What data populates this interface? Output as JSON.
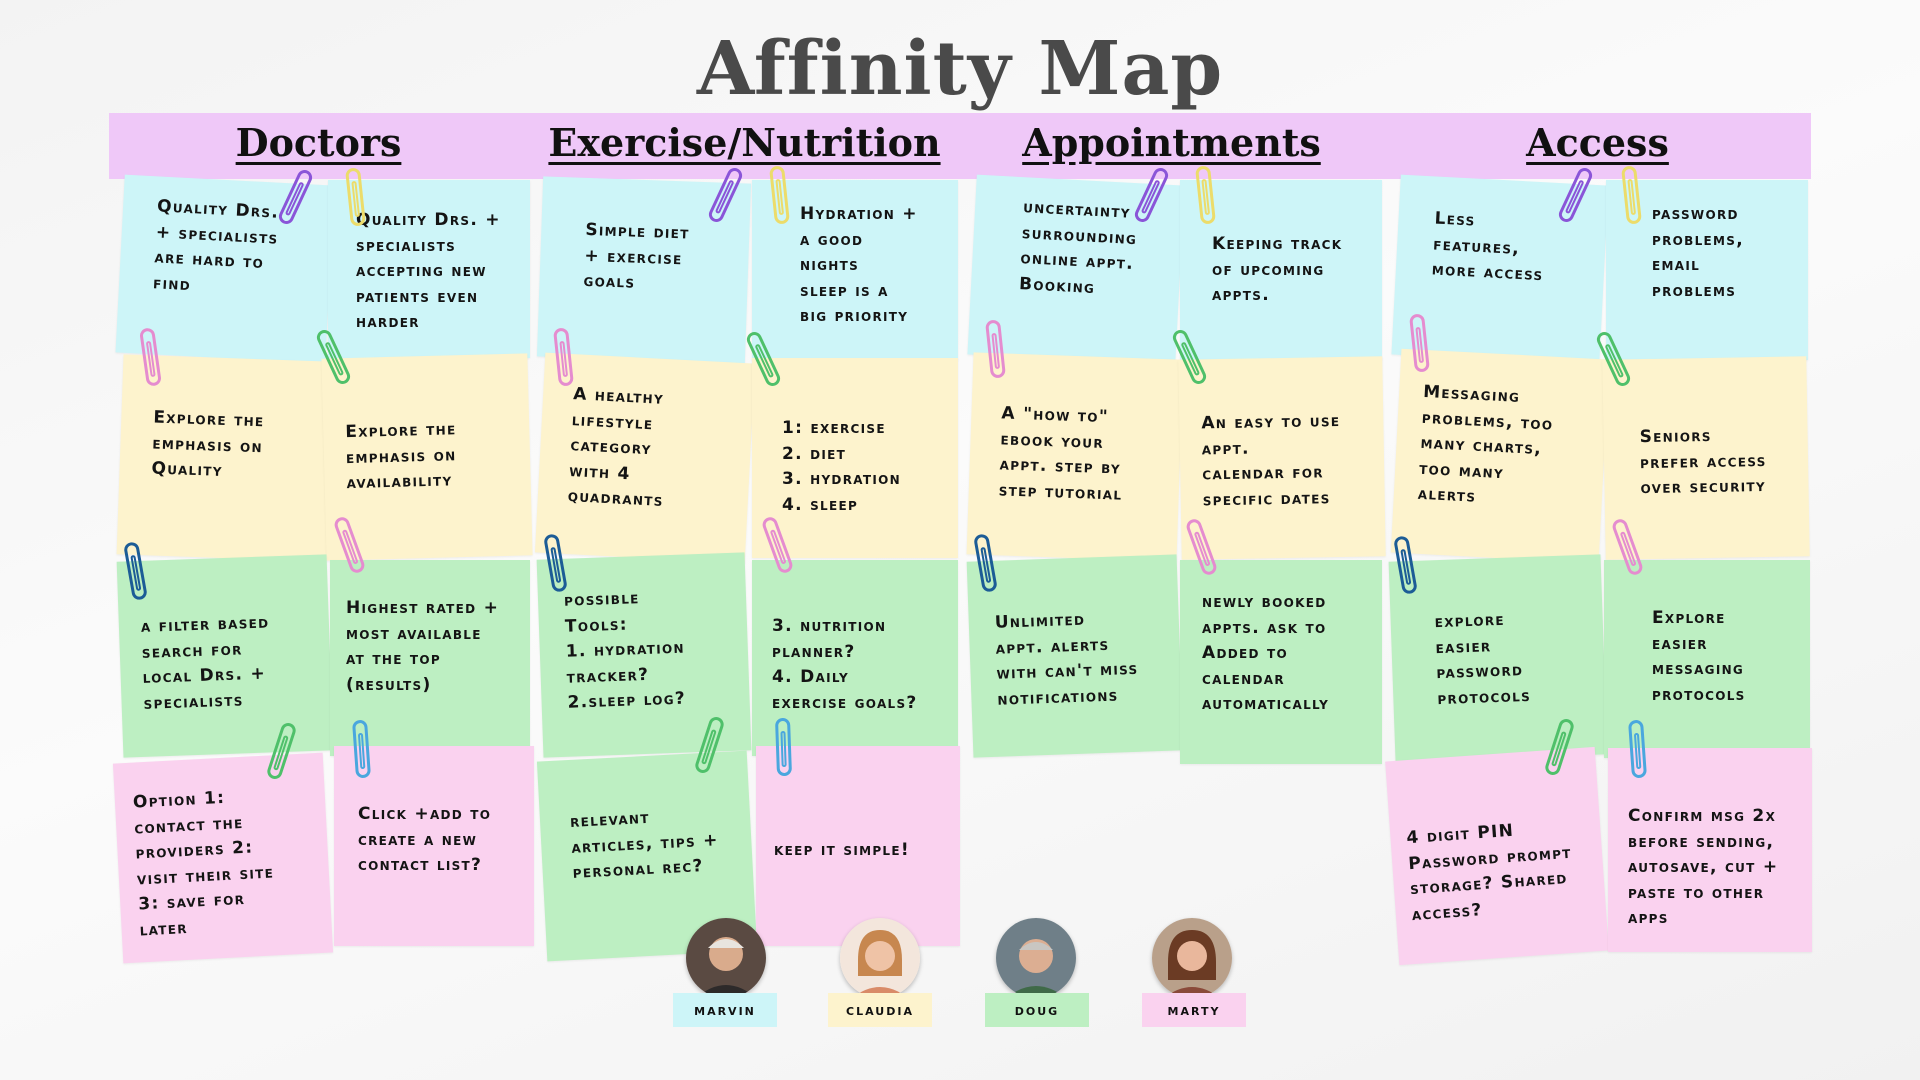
{
  "title": "Affinity Map",
  "colors": {
    "header_bar": "#efc8f8",
    "note_blue": "#cdf5f8",
    "note_yellow": "#fdf3cd",
    "note_green": "#bdefc2",
    "note_pink": "#fad2ef",
    "clip_purple": "#8a55d8",
    "clip_yellow": "#ecdc6a",
    "clip_pink": "#e58ccf",
    "clip_green": "#4fc06a",
    "clip_navy": "#1c5c96",
    "clip_blue": "#4aa7de"
  },
  "columns": [
    {
      "heading": "Doctors",
      "notes": [
        "Quality Drs.\n+ specialists\nare hard to\nfind",
        "Quality Drs. +\nspecialists\naccepting new\npatients even\nharder",
        "Explore the\nemphasis on\nQuality",
        "Explore the\nemphasis on\navailability",
        "a filter based\nsearch for\nlocal Drs. +\nspecialists",
        "Highest rated +\nmost available\nat the top\n(results)",
        "Option 1:\ncontact the\nproviders 2:\nvisit their site\n3: save for\nlater",
        "Click +add to\ncreate a new\ncontact list?"
      ]
    },
    {
      "heading": "Exercise/Nutrition",
      "notes": [
        "Simple diet\n+ exercise\ngoals",
        "Hydration +\na good\nnights\nsleep is a\nbig priority",
        "A healthy\nlifestyle\ncategory\nwith 4\nquadrants",
        "1: exercise\n2. diet\n3. hydration\n4. sleep",
        "possible\nTools:\n  1. hydration\n     tracker?\n  2.sleep log?",
        "3. nutrition\nplanner?\n4. Daily\nexercise goals?",
        "relevant\narticles, tips +\npersonal rec?",
        "keep it simple!"
      ]
    },
    {
      "heading": "Appointments",
      "notes": [
        "uncertainty\nsurrounding\nonline appt.\nBooking",
        "Keeping track\nof upcoming\nappts.",
        "A \"how to\"\nebook your\nappt. step by\nstep tutorial",
        "An easy to use\nappt.\ncalendar for\nspecific dates",
        "Unlimited\nappt. alerts\nwith can't miss\nnotifications",
        "newly booked\nappts. ask to\nAdded to\ncalendar\nautomatically"
      ]
    },
    {
      "heading": "Access",
      "notes": [
        "Less\nfeatures,\nmore access",
        "password\nproblems,\nemail\nproblems",
        "Messaging\nproblems, too\nmany charts,\ntoo many\nalerts",
        "Seniors\nprefer access\nover security",
        "explore\neasier\npassword\nprotocols",
        "Explore\neasier\nmessaging\nprotocols",
        "4 digit PIN\nPassword prompt\nstorage? Shared\naccess?",
        "Confirm msg 2x\nbefore sending,\nautosave, cut +\npaste to other\napps"
      ]
    }
  ],
  "participants": [
    {
      "name": "marvin",
      "tag_color": "#cdf5f8"
    },
    {
      "name": "claudia",
      "tag_color": "#fdf3cd"
    },
    {
      "name": "doug",
      "tag_color": "#bdefc2"
    },
    {
      "name": "marty",
      "tag_color": "#fad2ef"
    }
  ]
}
